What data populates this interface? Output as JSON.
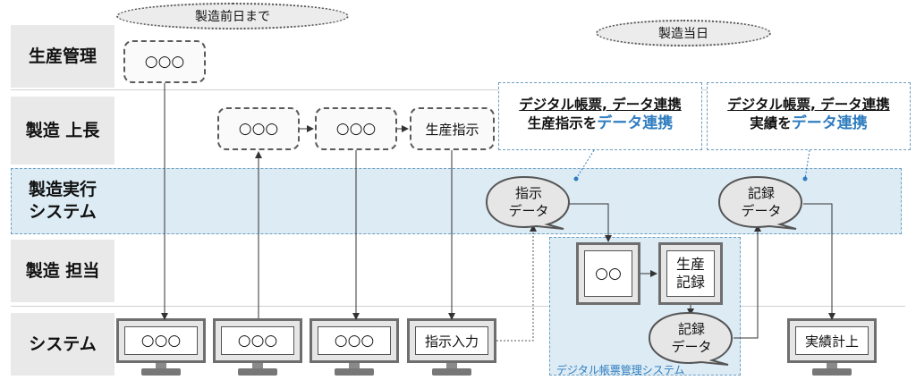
{
  "rows": {
    "production_management": "生産管理",
    "manufacturing_superior": "製造 上長",
    "mes_line1": "製造実行",
    "mes_line2": "システム",
    "manufacturing_operator": "製造 担当",
    "system": "システム"
  },
  "ovals": {
    "before_day": "製造前日まで",
    "same_day": "製造当日"
  },
  "boxes": {
    "prod_mgmt_item": "○○○",
    "superior_item1": "○○○",
    "superior_item2": "○○○",
    "superior_instruction": "生産指示"
  },
  "info_left": {
    "line1": "デジタル帳票, データ連携",
    "line2_prefix": "生産指示を",
    "line2_highlight": "データ連携"
  },
  "info_right": {
    "line1": "デジタル帳票, データ連携",
    "line2_prefix": "実績を",
    "line2_highlight": "データ連携"
  },
  "bubbles": {
    "instruction_data_1": "指示",
    "instruction_data_2": "データ",
    "record_data_mes_1": "記録",
    "record_data_mes_2": "データ",
    "record_data_op_1": "記録",
    "record_data_op_2": "データ"
  },
  "operator": {
    "device": "○○",
    "production_record_1": "生産",
    "production_record_2": "記録",
    "digital_form_system": "デジタル帳票管理システム"
  },
  "monitors": {
    "m1": "○○○",
    "m2": "○○○",
    "m3": "○○○",
    "m4": "指示入力",
    "m5": "実績計上"
  },
  "colors": {
    "band": "#dcebf4",
    "accent_blue": "#2f7dc0",
    "dashed_border": "#5a5a5a",
    "row_label_bg": "#e9e9e9"
  }
}
